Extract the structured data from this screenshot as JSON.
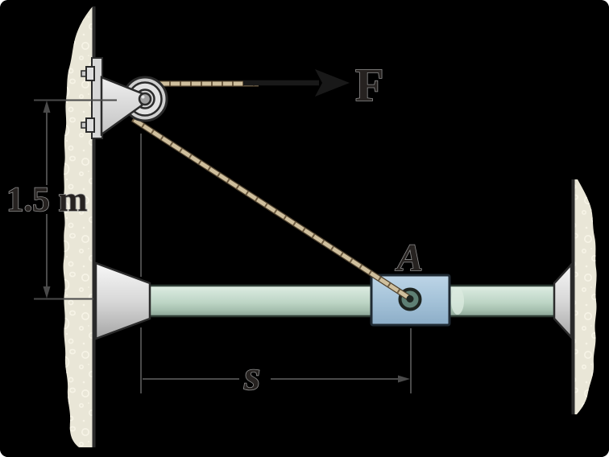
{
  "figure": {
    "type": "statics-pulley-collar-diagram",
    "description": "Rope over wall-mounted pulley pulled by horizontal force F, attached to collar A sliding on a horizontal rod between two walls",
    "labels": {
      "force": "F",
      "collar_point": "A",
      "horizontal_distance": "s",
      "vertical_distance": "1.5 m"
    },
    "colors": {
      "background": "#000000",
      "wall_fill": "#e9e6d7",
      "wall_pebble": "#f7f4e7",
      "wall_edge": "#2b2b2b",
      "rod_light": "#dfeee3",
      "rod_dark": "#8aa395",
      "collar_fill": "#a5c3d9",
      "pin_fill": "#5e7f74",
      "rope_base": "#cfbf9d",
      "rope_twist": "#6f5d42",
      "rope_edge": "#4c3f2c",
      "metal_light": "#f0f0f0",
      "metal_dark": "#9e9e9e",
      "outline": "#2b2b2b",
      "dimension_line": "#4a4a4a",
      "force_arrow": "#191919",
      "label_fill": "#262220",
      "label_outline": "#8f8f8f"
    }
  }
}
